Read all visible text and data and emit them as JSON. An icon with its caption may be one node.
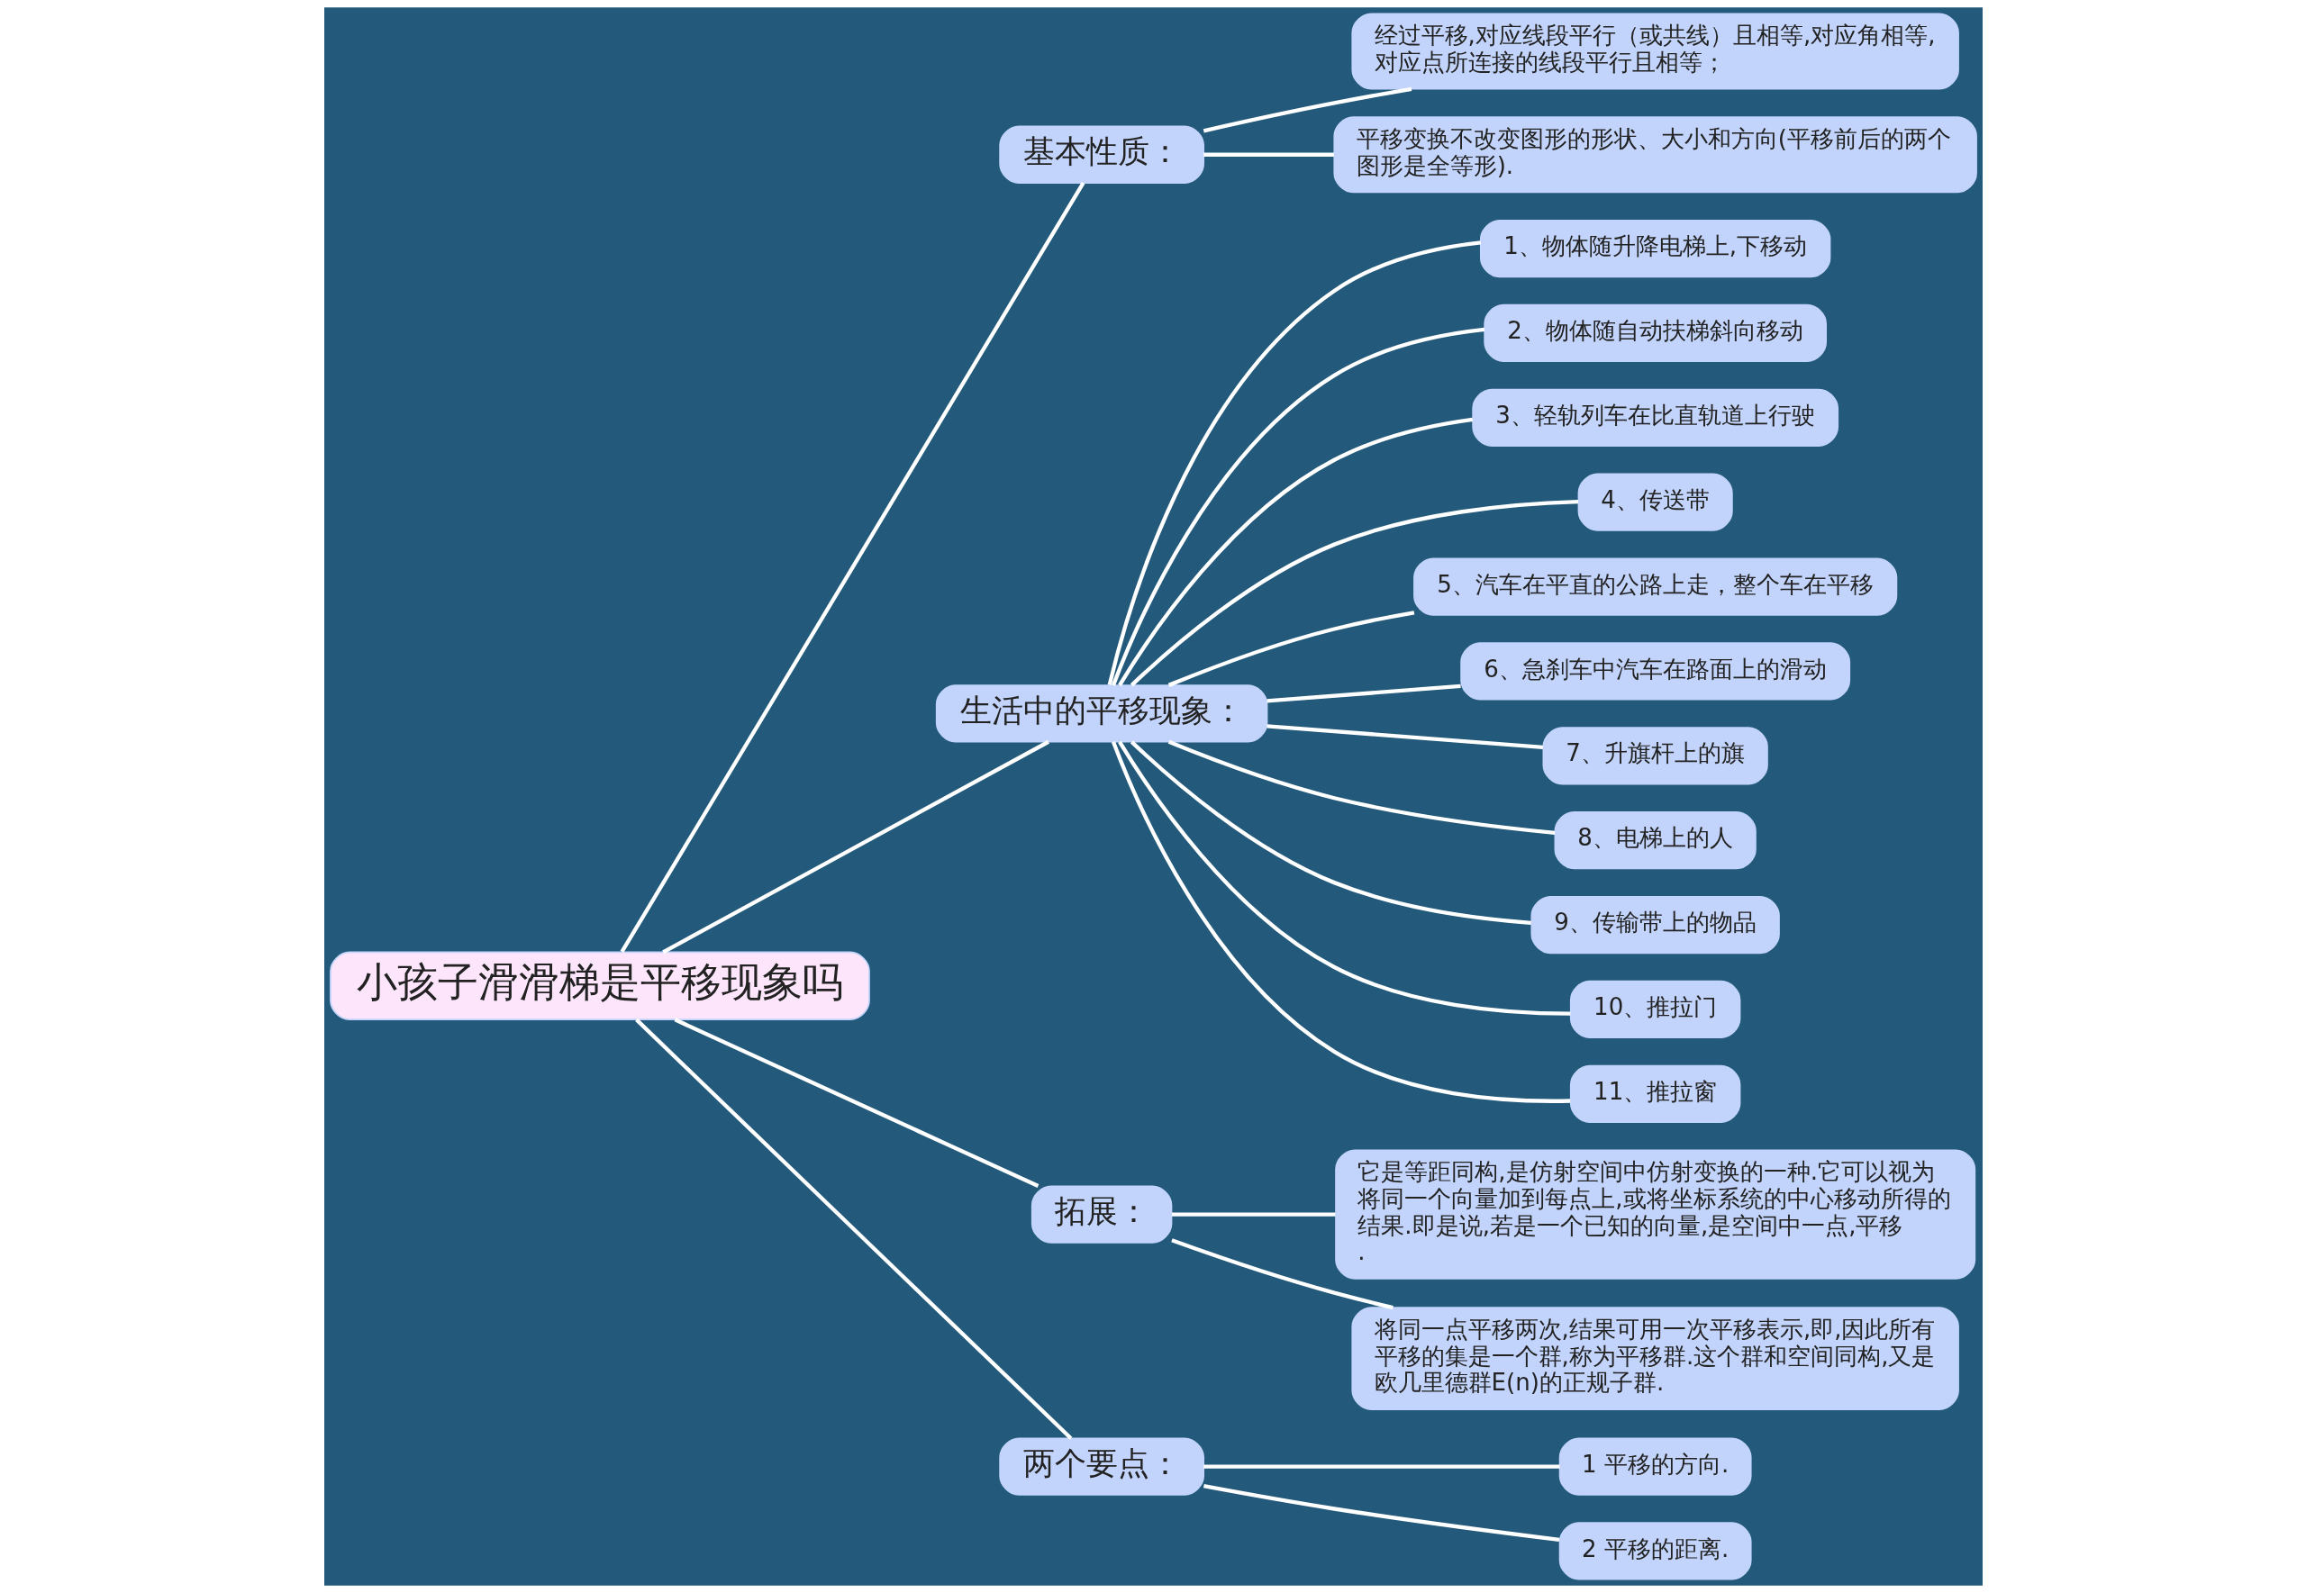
{
  "diagram": {
    "nodes": [
      {
        "text": [
          "小孩子滑滑梯是平移现象吗"
        ]
      },
      {
        "text": [
          "基本性质："
        ]
      },
      {
        "text": [
          "经过平移,对应线段平行（或共线）且相等,对应角相等,对应点所连接的线段平行且相等；"
        ]
      },
      {
        "text": [
          "平移变换不改变图形的形状、大小和方向(平移前后的两个图形是全等形)."
        ]
      },
      {
        "text": [
          "生活中的平移现象："
        ]
      },
      {
        "text": [
          "1、物体随升降电梯上,下移动"
        ]
      },
      {
        "text": [
          "2、物体随自动扶梯斜向移动"
        ]
      },
      {
        "text": [
          "3、轻轨列车在比直轨道上行驶"
        ]
      },
      {
        "text": [
          "4、传送带"
        ]
      },
      {
        "text": [
          "5、汽车在平直的公路上走，整个车在平移"
        ]
      },
      {
        "text": [
          "6、急刹车中汽车在路面上的滑动"
        ]
      },
      {
        "text": [
          "7、升旗杆上的旗"
        ]
      },
      {
        "text": [
          "8、电梯上的人"
        ]
      },
      {
        "text": [
          "9、传输带上的物品"
        ]
      },
      {
        "text": [
          "10、推拉门"
        ]
      },
      {
        "text": [
          "11、推拉窗"
        ]
      },
      {
        "text": [
          "拓展："
        ]
      },
      {
        "text": [
          "它是等距同构,是仿射空间中仿射变换的一种.它可以视为将同一个向量加到每点上,或将坐标系统的中心移动所得的结果.即是说,若是一个已知的向量,是空间中一点,平移."
        ]
      },
      {
        "text": [
          "将同一点平移两次,结果可用一次平移表示,即,因此所有平移的集是一个群,称为平移群.这个群和空间同构,又是欧几里德群E(n)的正规子群."
        ]
      },
      {
        "text": [
          "两个要点："
        ]
      },
      {
        "text": [
          "1 平移的方向."
        ]
      },
      {
        "text": [
          "2 平移的距离."
        ]
      }
    ],
    "edges": [
      {
        "from": 0,
        "to": 1,
        "arrow": "none"
      },
      {
        "from": 1,
        "to": 2,
        "arrow": "none"
      },
      {
        "from": 1,
        "to": 3,
        "arrow": "none"
      },
      {
        "from": 0,
        "to": 4,
        "arrow": "none"
      },
      {
        "from": 4,
        "to": 5,
        "arrow": "none"
      },
      {
        "from": 4,
        "to": 6,
        "arrow": "none"
      },
      {
        "from": 4,
        "to": 7,
        "arrow": "none"
      },
      {
        "from": 4,
        "to": 8,
        "arrow": "none"
      },
      {
        "from": 4,
        "to": 9,
        "arrow": "none"
      },
      {
        "from": 4,
        "to": 10,
        "arrow": "none"
      },
      {
        "from": 4,
        "to": 11,
        "arrow": "none"
      },
      {
        "from": 4,
        "to": 12,
        "arrow": "none"
      },
      {
        "from": 4,
        "to": 13,
        "arrow": "none"
      },
      {
        "from": 4,
        "to": 14,
        "arrow": "none"
      },
      {
        "from": 4,
        "to": 15,
        "arrow": "none"
      },
      {
        "from": 0,
        "to": 16,
        "arrow": "none"
      },
      {
        "from": 16,
        "to": 17,
        "arrow": "none"
      },
      {
        "from": 16,
        "to": 18,
        "arrow": "none"
      },
      {
        "from": 0,
        "to": 19,
        "arrow": "none"
      },
      {
        "from": 19,
        "to": 20,
        "arrow": "none"
      },
      {
        "from": 19,
        "to": 21,
        "arrow": "none"
      }
    ]
  }
}
